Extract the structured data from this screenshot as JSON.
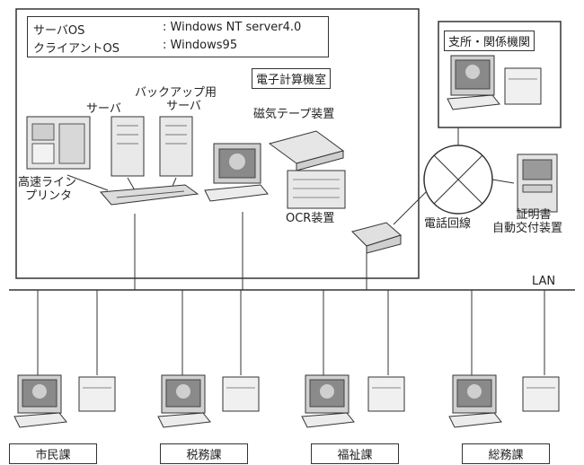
{
  "info": {
    "server_os_label": "サーバOS",
    "server_os_value": ": Windows NT server4.0",
    "client_os_label": "クライアントOS",
    "client_os_value": ": Windows95"
  },
  "computer_room": {
    "title": "電子計算機室"
  },
  "devices": {
    "server": "サーバ",
    "backup_server_line1": "バックアップ用",
    "backup_server_line2": "サーバ",
    "tape": "磁気テープ装置",
    "printer_line1": "高速ライン",
    "printer_line2": "プリンタ",
    "ocr": "OCR装置",
    "phone": "電話回線",
    "cert_line1": "証明書",
    "cert_line2": "自動交付装置"
  },
  "branch": {
    "title": "支所・関係機関"
  },
  "lan": {
    "label": "LAN"
  },
  "departments": [
    "市民課",
    "税務課",
    "福祉課",
    "総務課"
  ]
}
